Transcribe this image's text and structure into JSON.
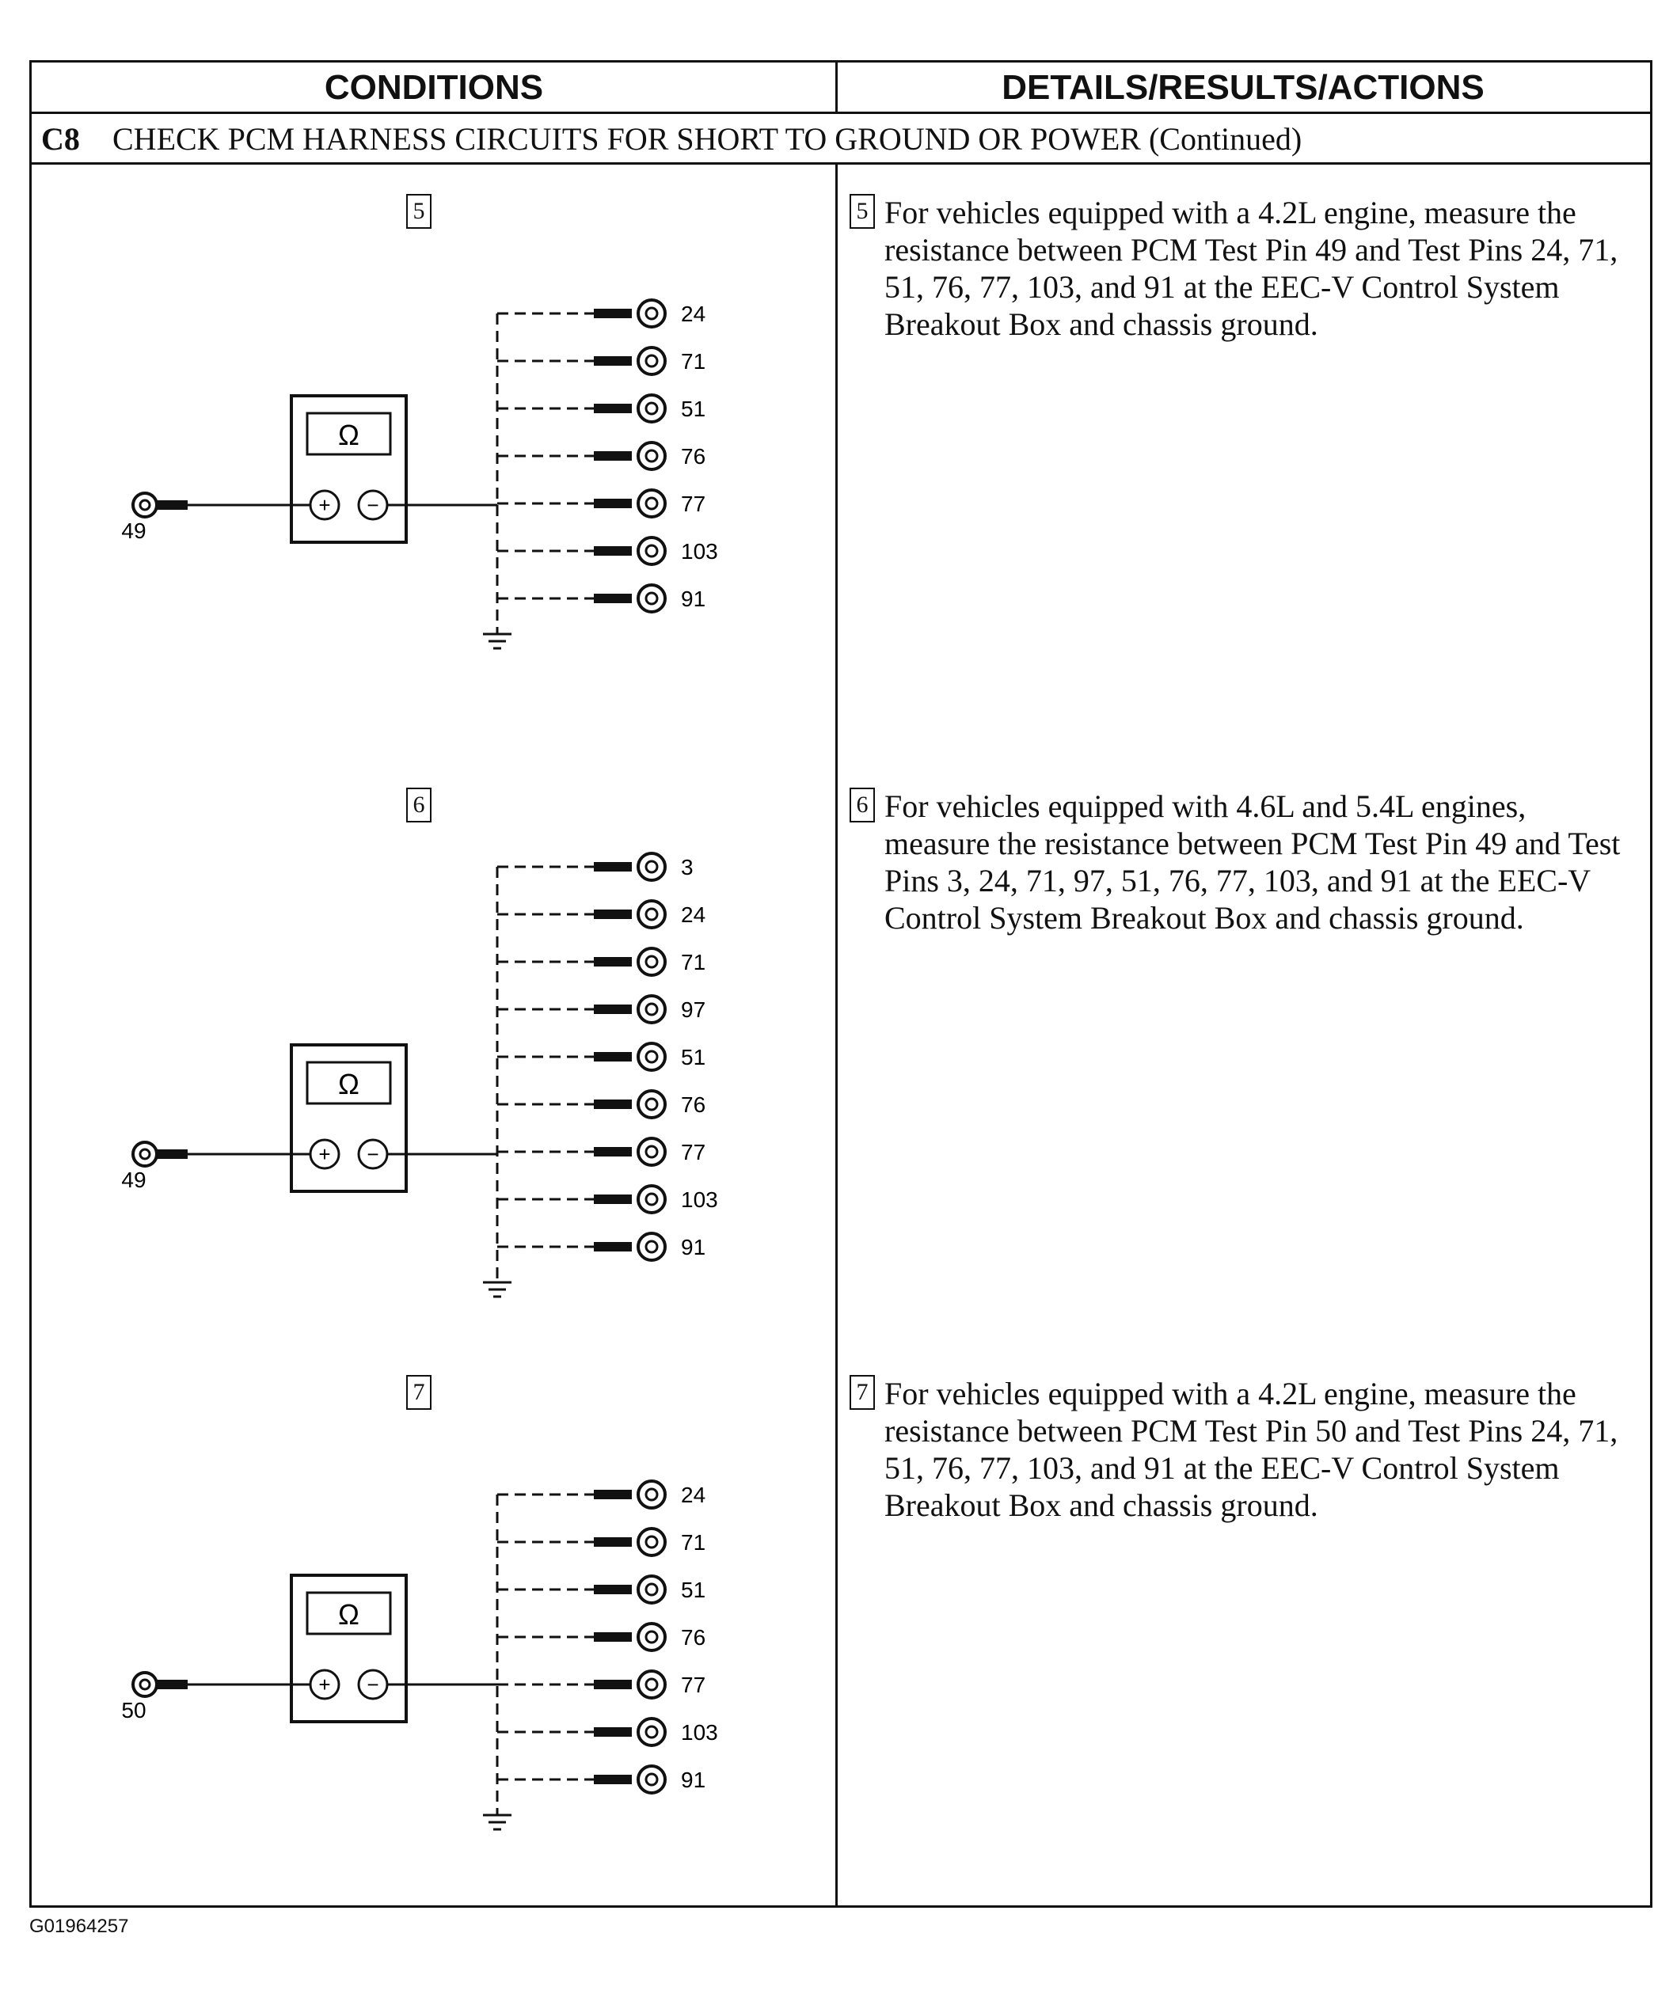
{
  "header": {
    "conditions": "CONDITIONS",
    "details": "DETAILS/RESULTS/ACTIONS"
  },
  "section": {
    "code": "C8",
    "title": "CHECK PCM HARNESS CIRCUITS FOR SHORT TO GROUND OR POWER (Continued)"
  },
  "steps": [
    {
      "number": "5",
      "source_pin": "49",
      "meter_symbol": "Ω",
      "pins": [
        "24",
        "71",
        "51",
        "76",
        "77",
        "103",
        "91"
      ],
      "text": "For vehicles equipped with a 4.2L engine, measure the resistance between PCM Test Pin 49 and Test Pins 24, 71, 51, 76, 77, 103, and 91 at the EEC-V Control System Breakout Box and chassis ground."
    },
    {
      "number": "6",
      "source_pin": "49",
      "meter_symbol": "Ω",
      "pins": [
        "3",
        "24",
        "71",
        "97",
        "51",
        "76",
        "77",
        "103",
        "91"
      ],
      "text": "For vehicles equipped with 4.6L and 5.4L engines, measure the resistance between PCM Test Pin 49 and Test Pins 3, 24, 71, 97, 51, 76, 77, 103, and 91 at the EEC-V Control System Breakout Box and chassis ground."
    },
    {
      "number": "7",
      "source_pin": "50",
      "meter_symbol": "Ω",
      "pins": [
        "24",
        "71",
        "51",
        "76",
        "77",
        "103",
        "91"
      ],
      "text": "For vehicles equipped with a 4.2L engine, measure the resistance between PCM Test Pin 50 and Test Pins 24, 71, 51, 76, 77, 103, and 91 at the EEC-V Control System Breakout Box and chassis ground."
    }
  ],
  "footer": {
    "figure_id": "G01964257"
  }
}
